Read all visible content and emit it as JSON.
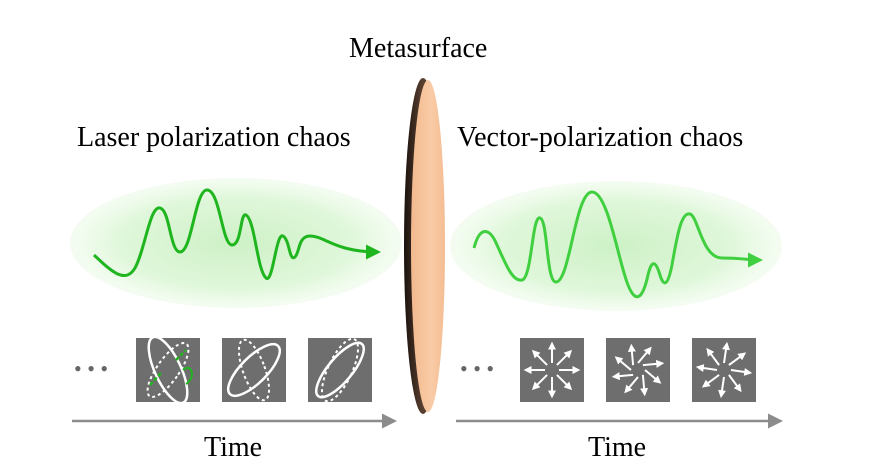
{
  "center": {
    "title": "Metasurface"
  },
  "left_panel": {
    "title": "Laser polarization chaos",
    "axis_label": "Time",
    "ellipsis": "• • •"
  },
  "right_panel": {
    "title": "Vector-polarization chaos",
    "axis_label": "Time",
    "ellipsis": "• • •"
  },
  "colors": {
    "wave_left": "#1fb51f",
    "wave_right": "#3fcf3f",
    "glow": "#d9f5d4",
    "tile": "#6f6e6e",
    "metasurface_face": "#f8c8a0",
    "metasurface_edge": "#3a2a22",
    "axis": "#8c8c8c"
  },
  "icons": {
    "left_tiles": [
      "polarization-ellipse-icon",
      "polarization-ellipse-icon",
      "polarization-ellipse-icon"
    ],
    "right_tiles": [
      "vector-field-radial-icon",
      "vector-field-swirl-icon",
      "vector-field-radial-icon"
    ]
  }
}
